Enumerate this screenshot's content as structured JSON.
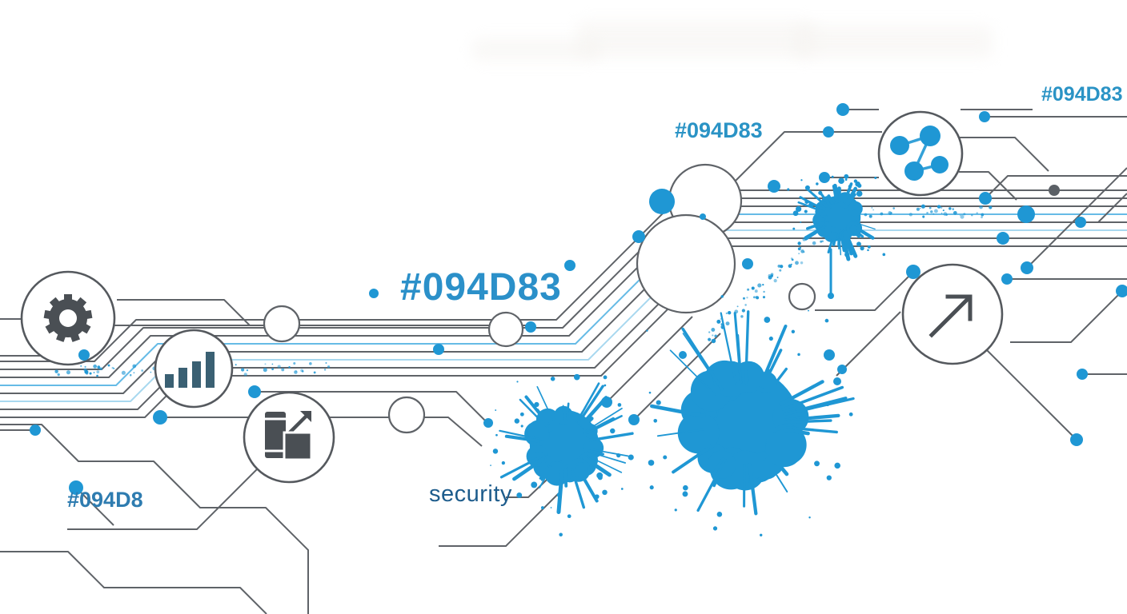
{
  "labels": {
    "color_code_main": "#094D83",
    "color_code_top": "#094D83",
    "color_code_right": "#094D83",
    "color_code_bottom_left": "#094D8",
    "security": "security"
  },
  "icons": [
    {
      "name": "gear-icon",
      "meaning": "settings gear badge"
    },
    {
      "name": "bar-chart-icon",
      "meaning": "analytics bars badge"
    },
    {
      "name": "devices-icon",
      "meaning": "responsive devices with growth arrow badge"
    },
    {
      "name": "network-icon",
      "meaning": "connected nodes badge"
    },
    {
      "name": "trend-arrow-icon",
      "meaning": "up-right arrow badge"
    }
  ],
  "colors": {
    "accent_blue": "#1F97D4",
    "trace_gray": "#5F6368",
    "label_blue": "#2B90C9",
    "label_teal": "#2A93C5",
    "security_blue": "#1D5C8C",
    "icon_gray": "#4A4F54",
    "bar_teal": "#3A6073"
  }
}
